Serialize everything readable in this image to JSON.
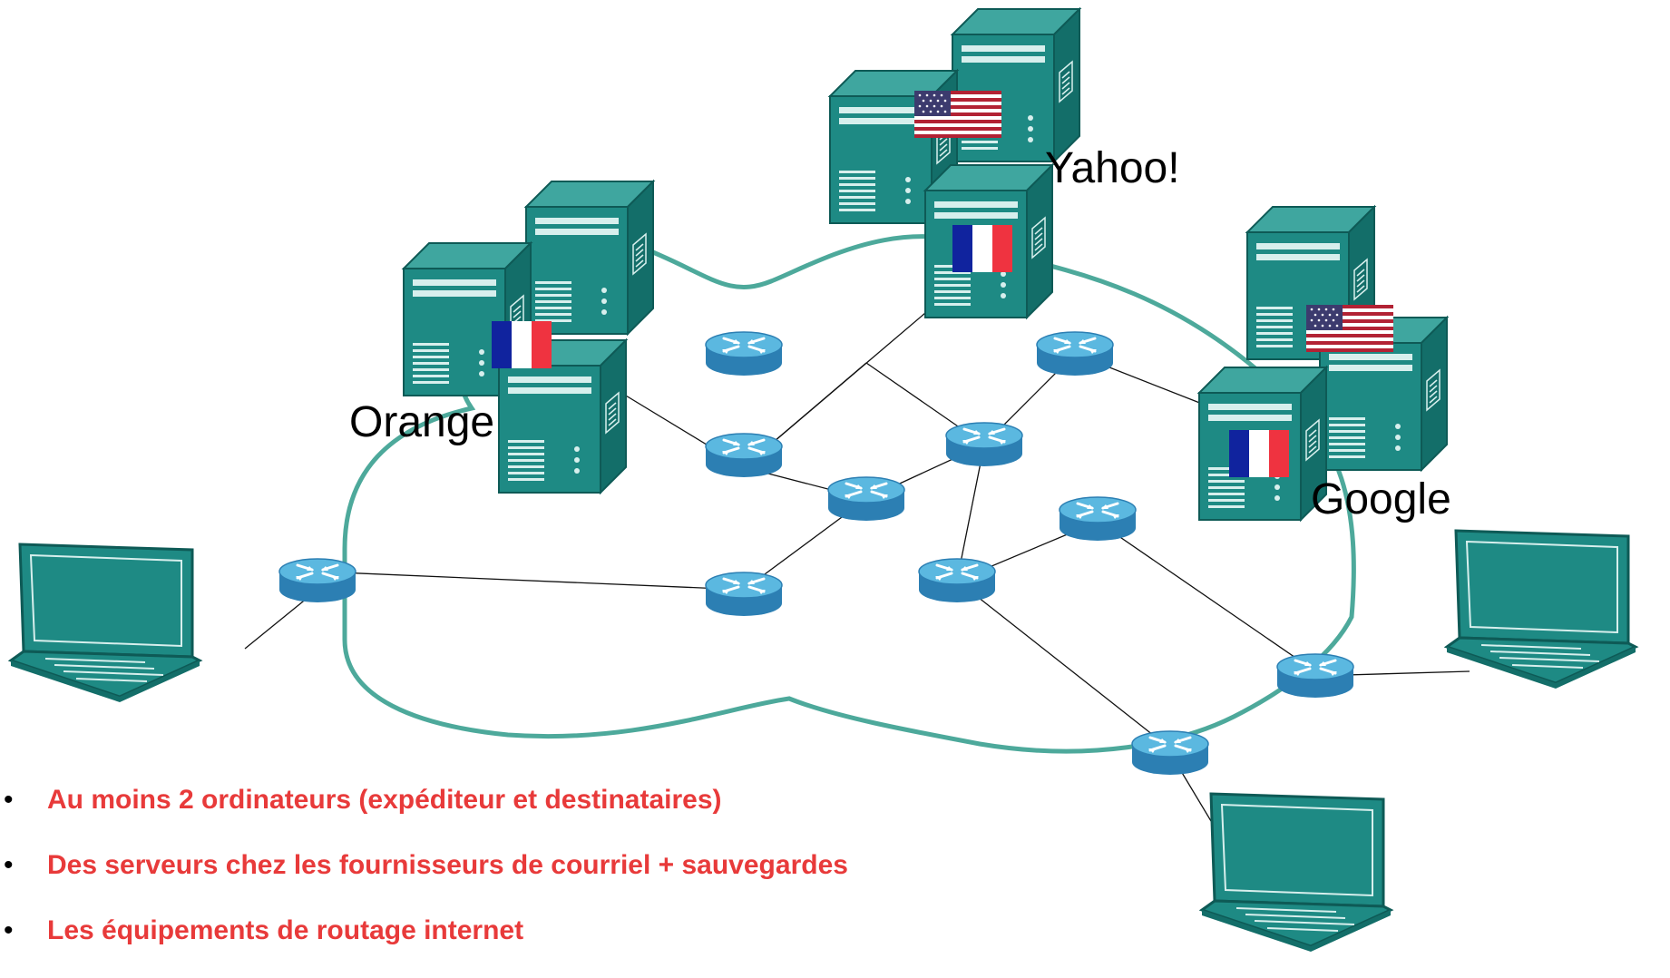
{
  "labels": {
    "yahoo": "Yahoo!",
    "orange": "Orange",
    "google": "Google"
  },
  "bullets": [
    "Au moins 2 ordinateurs (expéditeur et destinataires)",
    "Des serveurs chez les fournisseurs de courriel + sauvegardes",
    "Les équipements de routage internet"
  ],
  "colors": {
    "device": "#1e8a84",
    "device_dark": "#136e69",
    "router_top": "#5bb8e0",
    "router_side": "#2c7fb3",
    "cloud": "#2e9a8a",
    "bullet_text": "#e83a3a",
    "flag_blue": "#10239e",
    "flag_red": "#ef3340"
  },
  "icons": {
    "server": "server-icon",
    "router": "router-icon",
    "laptop": "laptop-icon",
    "flag_fr": "flag-france-icon",
    "flag_us": "flag-usa-icon"
  }
}
